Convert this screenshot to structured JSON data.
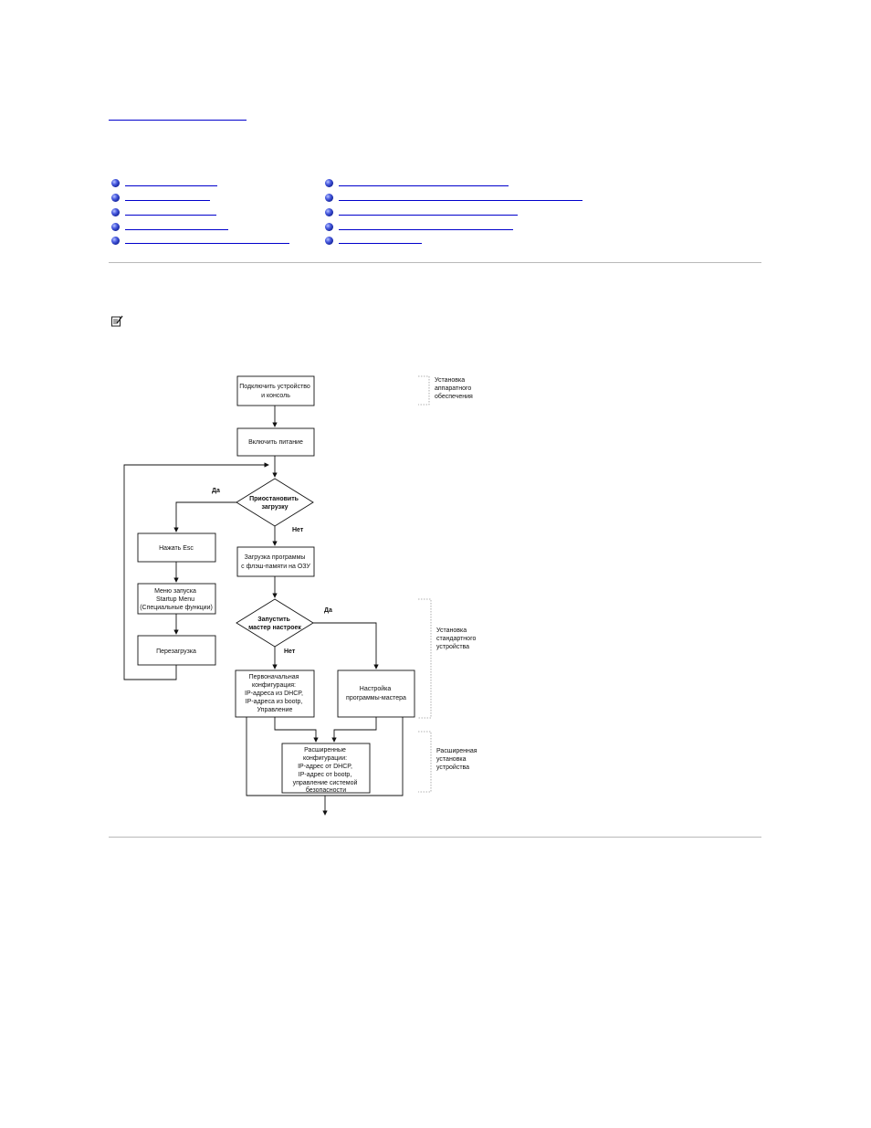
{
  "flowchart": {
    "steps": {
      "connect": [
        "Подключить устройство",
        "и консоль"
      ],
      "power": [
        "Включить питание"
      ],
      "pause": [
        "Приостановить",
        "загрузку"
      ],
      "press_esc": [
        "Нажать Esc"
      ],
      "startup_menu": [
        "Меню запуска",
        "Startup Menu",
        "(Специальные функции)"
      ],
      "reboot": [
        "Перезагрузка"
      ],
      "load": [
        "Загрузка программы",
        "с флэш-памяти на ОЗУ"
      ],
      "wizard_q": [
        "Запустить",
        "мастер настроек"
      ],
      "initial": [
        "Первоначальная",
        "конфигурация:",
        "IP-адреса из DHCP,",
        "IP-адреса из bootp,",
        "Управление"
      ],
      "wizard": [
        "Настройка",
        "программы-мастера"
      ],
      "advanced": [
        "Расширенные",
        "конфигурации:",
        "IP-адрес от DHCP,",
        "IP-адрес от bootp,",
        "управление системой",
        "безопасности"
      ]
    },
    "labels": {
      "yes_pause": "Да",
      "no_pause": "Нет",
      "yes_wizard": "Да",
      "no_wizard": "Нет"
    },
    "sections": {
      "hardware": [
        "Установка",
        "аппаратного",
        "обеспечения"
      ],
      "standard": [
        "Установка",
        "стандартного",
        "устройства"
      ],
      "advanced": [
        "Расширенная",
        "установка",
        "устройства"
      ]
    }
  }
}
